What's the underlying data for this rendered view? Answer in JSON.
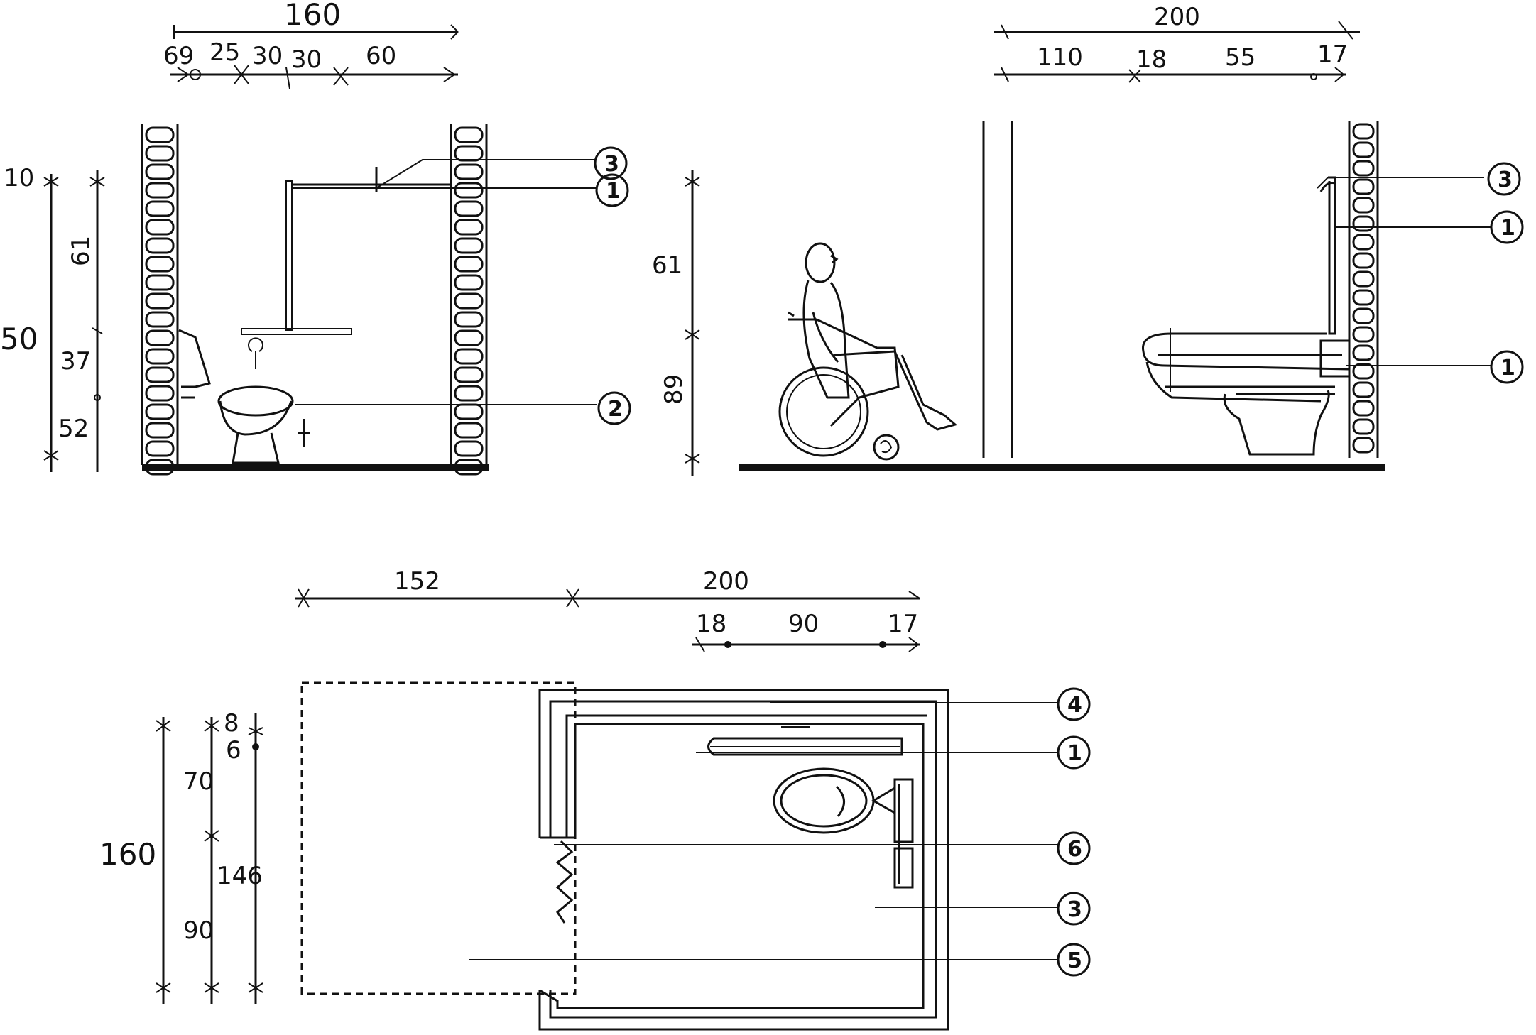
{
  "side_view": {
    "dims_top": {
      "total": "160",
      "a": "69",
      "b": "25",
      "c": "30",
      "d": "30",
      "e": "60"
    },
    "dims_left": {
      "top_small": "10",
      "total_partial": "50",
      "upper": "61",
      "middle": "37",
      "lower": "52"
    },
    "callouts": [
      "3",
      "1",
      "2"
    ]
  },
  "front_view": {
    "dims_top": {
      "total": "200",
      "a": "110",
      "b": "18",
      "c": "55",
      "d": "17"
    },
    "dims_left": {
      "upper": "61",
      "lower": "89"
    },
    "callouts": [
      "3",
      "1",
      "1"
    ]
  },
  "plan_view": {
    "dims_top": {
      "left": "152",
      "right": "200",
      "a": "18",
      "b": "90",
      "c": "17"
    },
    "dims_left": {
      "total": "160",
      "a": "70",
      "b": "90",
      "c": "8",
      "d": "6",
      "e": "146"
    },
    "callouts": [
      "4",
      "1",
      "6",
      "3",
      "5"
    ]
  }
}
